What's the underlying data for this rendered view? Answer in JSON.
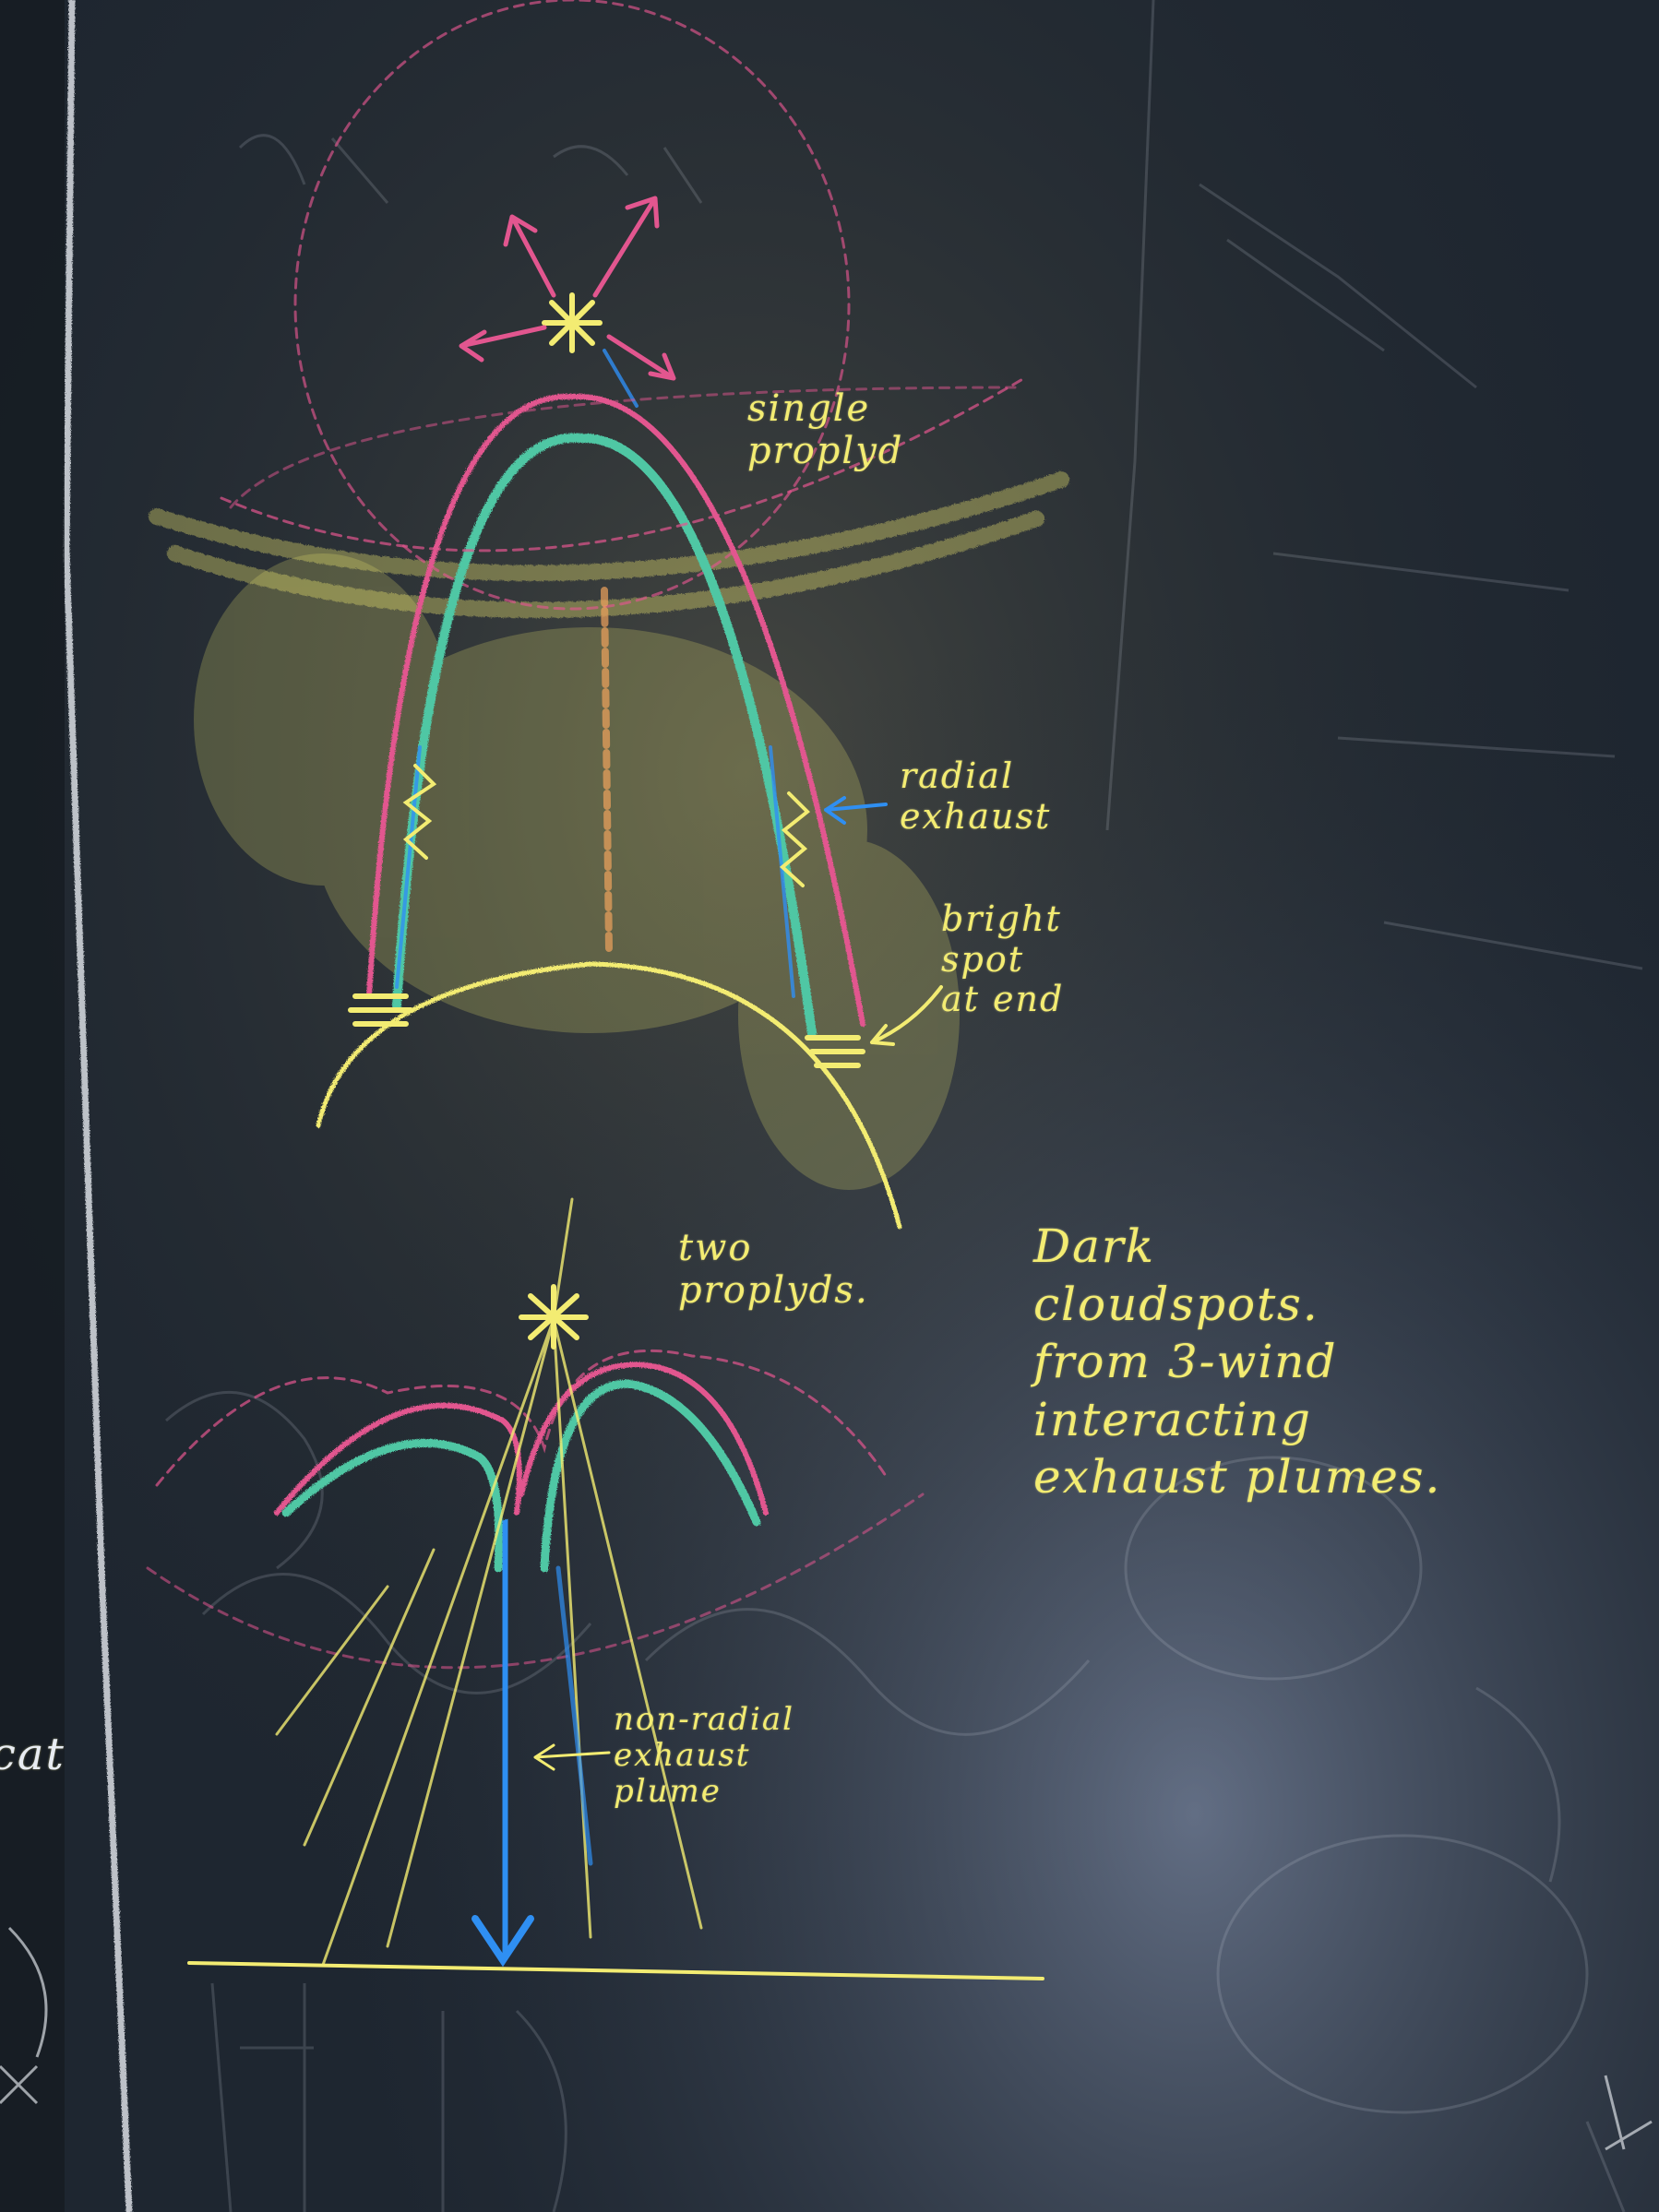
{
  "annotations": {
    "single_proplyd": "single\nproplyd",
    "radial_exhaust": "radial\nexhaust",
    "bright_spot": "bright\nspot\nat end",
    "two_proplyds": "two\nproplyds.",
    "dark_cloudspots": "Dark\ncloudspots.\nfrom 3-wind\ninteracting\nexhaust plumes.",
    "non_radial_exhaust": "non-radial\nexhaust\nplume",
    "edge_fragment_cat": "cat"
  },
  "colors": {
    "board": "#1e2630",
    "chalk_yellow": "#f3ec72",
    "chalk_pink": "#e2568f",
    "chalk_teal": "#4fc7a4",
    "chalk_blue": "#2f8ff2",
    "chalk_white": "#d9dde3"
  }
}
